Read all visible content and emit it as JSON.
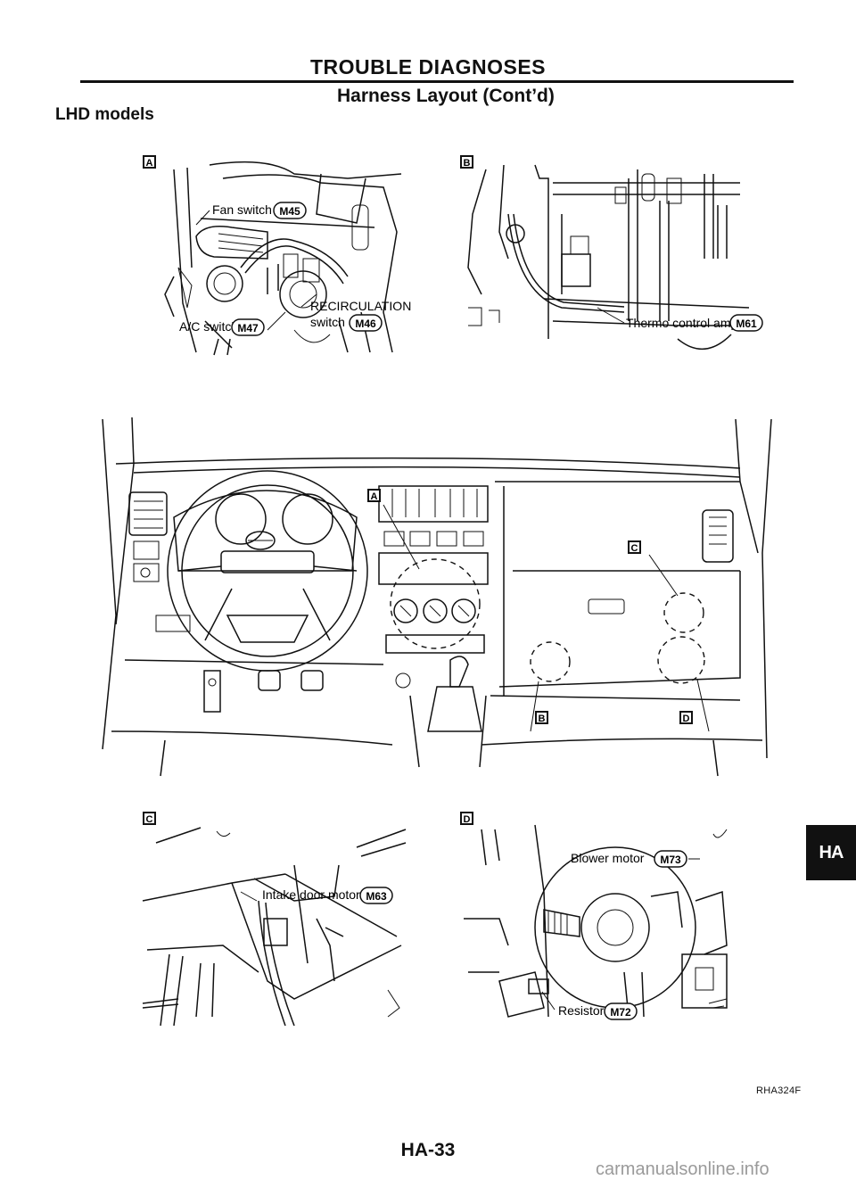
{
  "header": {
    "title": "TROUBLE DIAGNOSES",
    "subtitle": "Harness Layout (Cont’d)"
  },
  "section_label": "LHD models",
  "view_markers": [
    "A",
    "B",
    "C",
    "D"
  ],
  "callouts": {
    "fan_switch": {
      "label": "Fan switch",
      "connector": "M45"
    },
    "ac_switch": {
      "label": "A/C switch",
      "connector": "M47"
    },
    "recirc_switch": {
      "label_line1": "RECIRCULATION",
      "label_line2": "switch",
      "connector": "M46"
    },
    "thermo_amp": {
      "label": "Thermo control amp.",
      "connector": "M61"
    },
    "intake_motor": {
      "label": "Intake door motor",
      "connector": "M63"
    },
    "blower_motor": {
      "label": "Blower motor",
      "connector": "M73"
    },
    "resistor": {
      "label": "Resistor",
      "connector": "M72"
    }
  },
  "figure_code": "RHA324F",
  "page_number": "HA-33",
  "side_tab": "HA",
  "watermark": "carmanualsonline.info"
}
